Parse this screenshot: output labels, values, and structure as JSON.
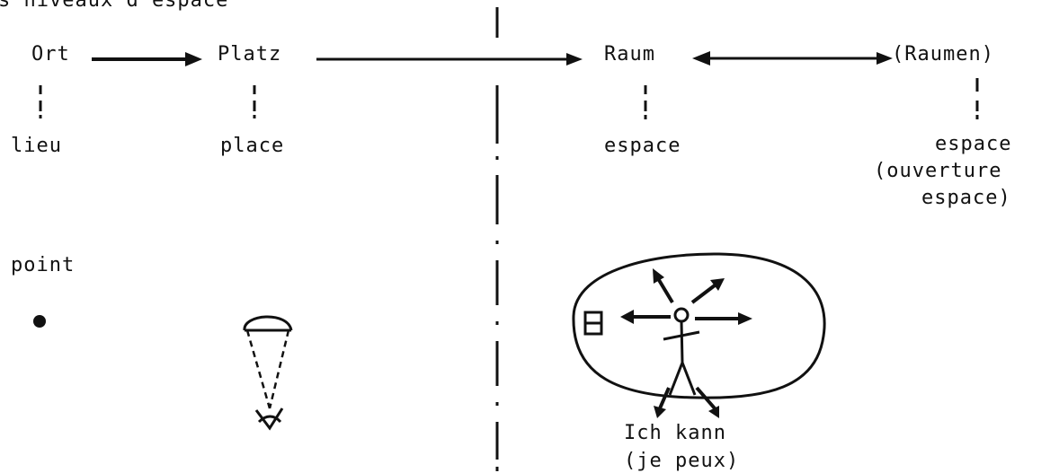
{
  "title_fragment": "s niveaux d'espace",
  "terms": {
    "ort": "Ort",
    "platz": "Platz",
    "raum": "Raum",
    "raumen": "(Raumen)"
  },
  "translations": {
    "lieu": "lieu",
    "place": "place",
    "espace": "espace",
    "espace2_line1": "espace",
    "espace2_line2": "(ouverture",
    "espace2_line3": "espace)"
  },
  "point_label": "point",
  "caption": {
    "line1": "Ich kann",
    "line2": "(je peux)"
  },
  "colors": {
    "ink": "#111111",
    "background": "#ffffff"
  }
}
